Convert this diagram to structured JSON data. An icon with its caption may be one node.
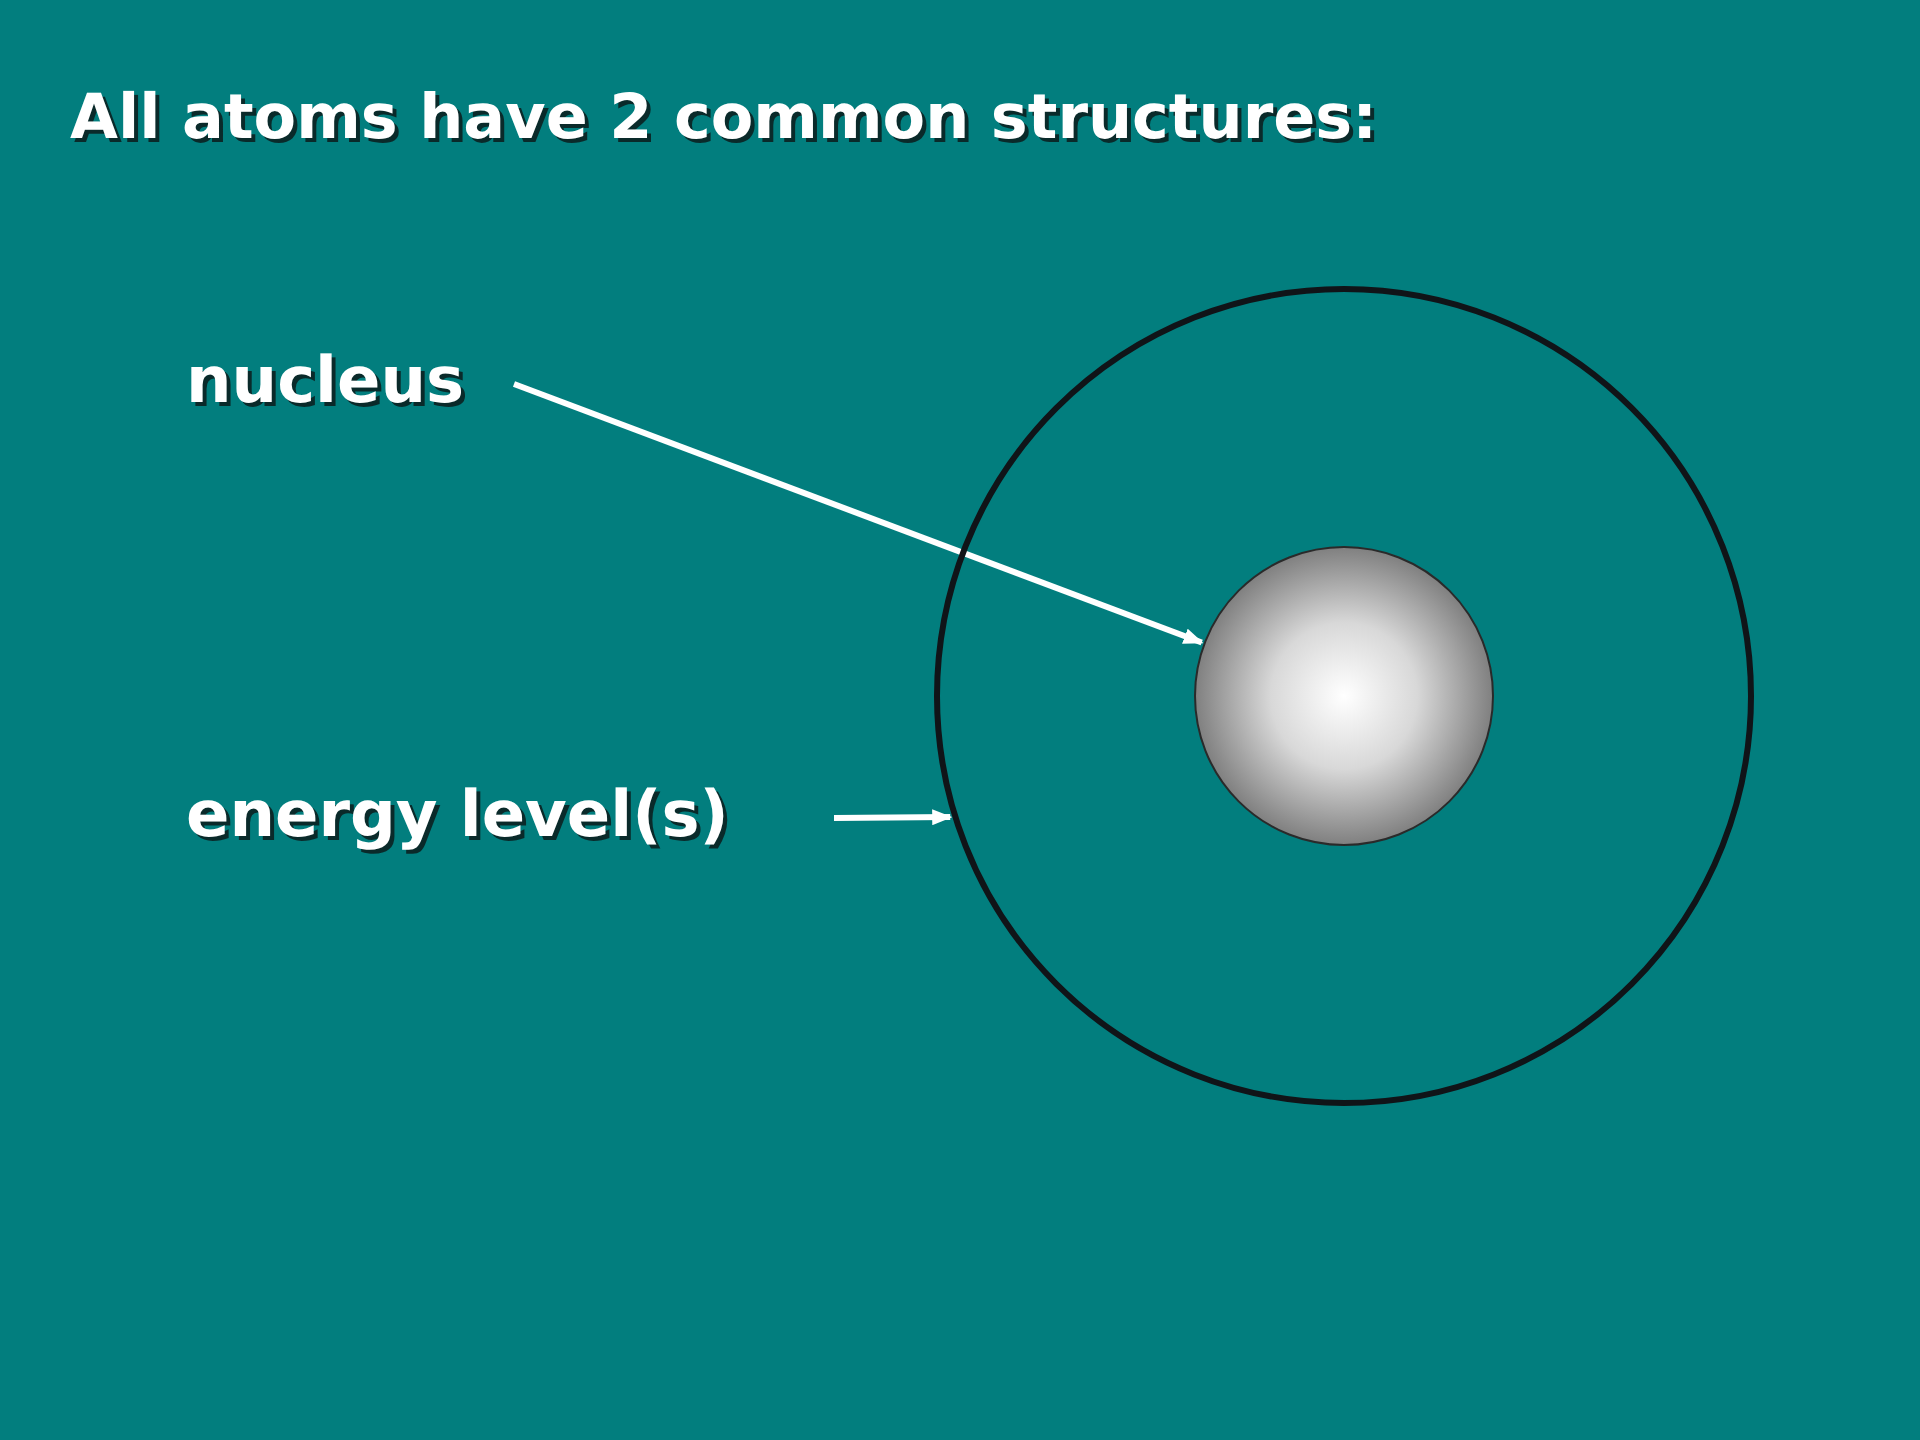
{
  "diagram": {
    "title": "All atoms have 2 common structures:",
    "nodes": [
      {
        "text": [
          "nucleus"
        ]
      },
      {
        "text": [
          "energy level(s)"
        ]
      },
      {
        "text": [],
        "shape": "circle"
      },
      {
        "text": [],
        "shape": "circle",
        "in": 2
      }
    ],
    "edges": [
      {
        "from": 0,
        "to": 3,
        "arrow": "to"
      },
      {
        "from": 1,
        "to": 2,
        "arrow": "to"
      }
    ]
  }
}
